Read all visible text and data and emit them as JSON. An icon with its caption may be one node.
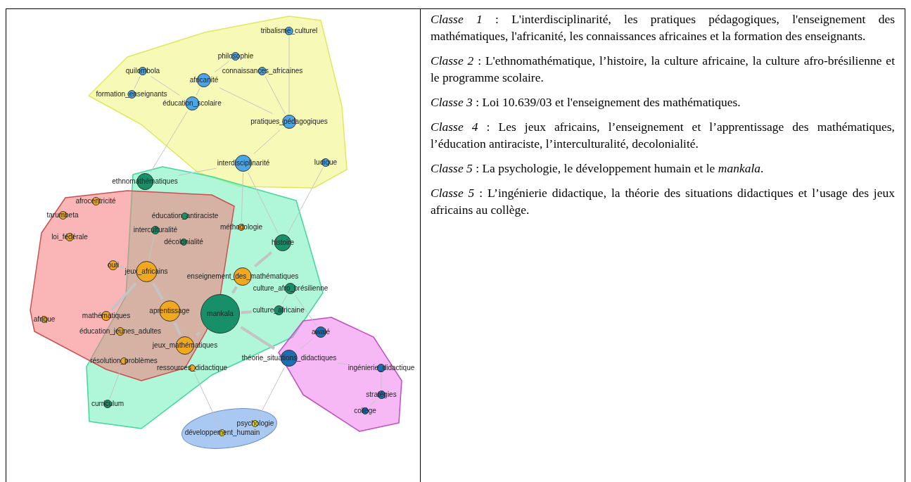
{
  "diagram": {
    "nodes": [
      {
        "text": [],
        "shape": "blob"
      },
      {
        "text": [
          "tribalisme_culturel"
        ],
        "in": 0
      },
      {
        "text": [
          "philosophie"
        ],
        "in": 0
      },
      {
        "text": [
          "quilombola"
        ],
        "in": 0
      },
      {
        "text": [
          "africanité"
        ],
        "in": 0
      },
      {
        "text": [
          "connaissances_africaines"
        ],
        "in": 0
      },
      {
        "text": [
          "formation_enseignants"
        ],
        "in": 0
      },
      {
        "text": [
          "éducation_scolaire"
        ],
        "in": 0
      },
      {
        "text": [
          "pratiques_pédagogiques"
        ],
        "in": 0
      },
      {
        "text": [
          "interdisciplinarité"
        ],
        "in": 0
      },
      {
        "text": [
          "ludique"
        ],
        "in": 0
      },
      {
        "text": [],
        "shape": "blob"
      },
      {
        "text": [],
        "shape": "blob"
      },
      {
        "text": [
          "ethnomathématiques"
        ],
        "in": 11
      },
      {
        "text": [
          "éducation_antiraciste"
        ]
      },
      {
        "text": [
          "méthodologie"
        ],
        "in": 11
      },
      {
        "text": [
          "interculturalité"
        ]
      },
      {
        "text": [
          "décolonialité"
        ]
      },
      {
        "text": [
          "histoire"
        ],
        "in": 11
      },
      {
        "text": [
          "enseignement_des_mathématiques"
        ],
        "in": 11
      },
      {
        "text": [
          "jeux_africains"
        ]
      },
      {
        "text": [
          "ouri"
        ],
        "in": 12
      },
      {
        "text": [
          "culture_afro_brésilienne"
        ],
        "in": 11
      },
      {
        "text": [
          "culture_africaine"
        ],
        "in": 11
      },
      {
        "text": [
          "mankala"
        ],
        "in": 11
      },
      {
        "text": [
          "aprentissage"
        ]
      },
      {
        "text": [
          "jeux_mathématiques"
        ]
      },
      {
        "text": [
          "mathématiques"
        ],
        "in": 12
      },
      {
        "text": [
          "afrique"
        ],
        "in": 12
      },
      {
        "text": [
          "éducation_jeunes_adultes"
        ],
        "in": 12
      },
      {
        "text": [
          "résolution_problèmes"
        ]
      },
      {
        "text": [
          "ressources_didactique"
        ],
        "in": 11
      },
      {
        "text": [
          "afrocentricité"
        ],
        "in": 12
      },
      {
        "text": [
          "tarumbeta"
        ],
        "in": 12
      },
      {
        "text": [
          "loi_fédérale"
        ],
        "in": 12
      },
      {
        "text": [],
        "shape": "blob"
      },
      {
        "text": [
          "awalé"
        ],
        "in": 35
      },
      {
        "text": [
          "théorie_situations_didactiques"
        ]
      },
      {
        "text": [
          "ingénierie_didactique"
        ]
      },
      {
        "text": [
          "stratégies"
        ],
        "in": 35
      },
      {
        "text": [
          "collège"
        ],
        "in": 35
      },
      {
        "text": [
          "curriculum"
        ],
        "in": 11
      },
      {
        "text": [],
        "shape": "ellipse"
      },
      {
        "text": [
          "psychologie"
        ],
        "in": 42
      },
      {
        "text": [
          "développement_humain"
        ],
        "in": 42
      }
    ],
    "edges": [
      {
        "from": 20,
        "to": 21,
        "arrow": "none",
        "style": "thick"
      },
      {
        "from": 20,
        "to": 27,
        "arrow": "none",
        "style": "thick"
      },
      {
        "from": 20,
        "to": 25,
        "arrow": "none",
        "style": "thick"
      },
      {
        "from": 24,
        "to": 19,
        "arrow": "none",
        "style": "thick"
      },
      {
        "from": 24,
        "to": 37,
        "arrow": "none",
        "style": "thick"
      },
      {
        "from": 24,
        "to": 26,
        "arrow": "none",
        "style": "thick"
      },
      {
        "from": 19,
        "to": 18,
        "arrow": "none",
        "style": "thick"
      },
      {
        "from": 24,
        "to": 23,
        "arrow": "none",
        "style": "thick"
      },
      {
        "from": 25,
        "to": 26,
        "arrow": "none",
        "style": "thick"
      },
      {
        "from": 23,
        "to": 22,
        "arrow": "none"
      },
      {
        "from": 9,
        "to": 18,
        "arrow": "none"
      },
      {
        "from": 10,
        "to": 18,
        "arrow": "none"
      },
      {
        "from": 9,
        "to": 8,
        "arrow": "none"
      },
      {
        "from": 8,
        "to": 4,
        "arrow": "none"
      },
      {
        "from": 4,
        "to": 7,
        "arrow": "none"
      },
      {
        "from": 3,
        "to": 7,
        "arrow": "none"
      },
      {
        "from": 6,
        "to": 3,
        "arrow": "none"
      },
      {
        "from": 1,
        "to": 8,
        "arrow": "none"
      },
      {
        "from": 2,
        "to": 4,
        "arrow": "none"
      },
      {
        "from": 5,
        "to": 8,
        "arrow": "none"
      },
      {
        "from": 13,
        "to": 9,
        "arrow": "none"
      },
      {
        "from": 13,
        "to": 7,
        "arrow": "none"
      },
      {
        "from": 37,
        "to": 36,
        "arrow": "none"
      },
      {
        "from": 37,
        "to": 38,
        "arrow": "none"
      },
      {
        "from": 38,
        "to": 39,
        "arrow": "none"
      },
      {
        "from": 39,
        "to": 40,
        "arrow": "none"
      },
      {
        "from": 37,
        "to": 43,
        "arrow": "none"
      },
      {
        "from": 31,
        "to": 44,
        "arrow": "none"
      },
      {
        "from": 41,
        "to": 30,
        "arrow": "none"
      },
      {
        "from": 20,
        "to": 16,
        "arrow": "none"
      },
      {
        "from": 15,
        "to": 9,
        "arrow": "none"
      },
      {
        "from": 36,
        "to": 22,
        "arrow": "none"
      }
    ],
    "labels": [
      "*Classe 1* : L'interdisciplinarité, les pratiques pédagogiques, l'enseignement des mathématiques, l'africanité, les connaissances africaines et la formation des enseignants.",
      "*Classe 2* : L'ethnomathématique, l’histoire, la culture africaine, la culture afro-brésilienne et le programme scolaire.",
      "*Classe 3* : Loi 10.639/03 et l'enseignement des mathématiques.",
      "*Classe 4* : Les jeux africains, l’enseignement et l’apprentissage des mathématiques, l’éducation antiraciste, l’interculturalité, decolonialité.",
      "*Classe 5* : La psychologie, le développement humain et le *mankala*.",
      "*Classe 5* : L’ingénierie didactique, la théorie des situations didactiques et l’usage des jeux africains au collège."
    ]
  }
}
